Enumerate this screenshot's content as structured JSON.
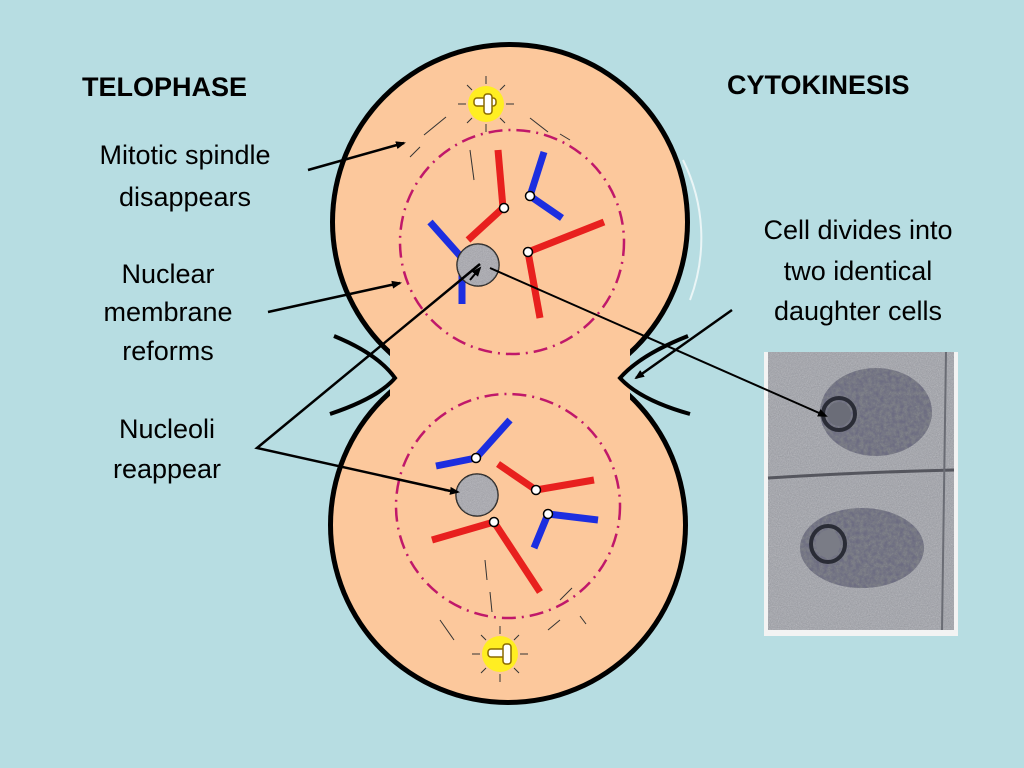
{
  "titles": {
    "left": "TELOPHASE",
    "right": "CYTOKINESIS"
  },
  "labels": {
    "spindle": [
      "Mitotic spindle",
      "disappears"
    ],
    "membrane": [
      "Nuclear",
      "membrane",
      "reforms"
    ],
    "nucleoli": [
      "Nucleoli",
      "reappear"
    ],
    "divides": [
      "Cell divides into",
      "two identical",
      "daughter cells"
    ]
  },
  "colors": {
    "background": "#b7dde2",
    "cell_fill": "#fcc89c",
    "nuclear_membrane": "#c0186a",
    "chromatid_red": "#e8201e",
    "chromatid_blue": "#1c2ee0",
    "centrosome": "#ffee22"
  }
}
